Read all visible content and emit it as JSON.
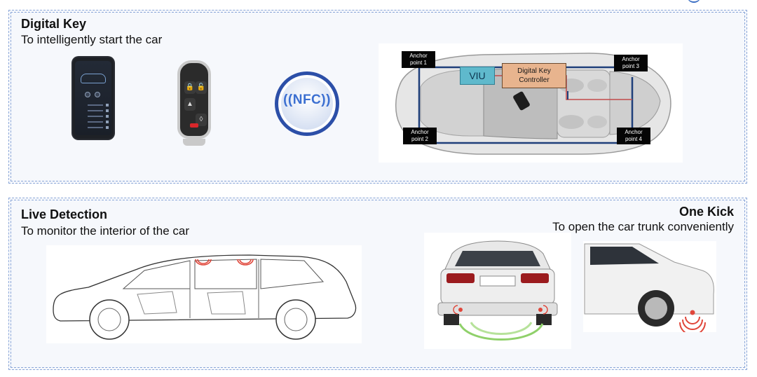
{
  "digital_key": {
    "title": "Digital Key",
    "subtitle": "To intelligently start the car",
    "diagram": {
      "viu_label": "VIU",
      "controller_label": "Digital Key Controller",
      "anchors": [
        "Anchor point 1",
        "Anchor point 2",
        "Anchor point 3",
        "Anchor point 4"
      ]
    },
    "nfc_label": "NFC"
  },
  "live_detection": {
    "title": "Live Detection",
    "subtitle": "To monitor the interior of the car"
  },
  "one_kick": {
    "title": "One Kick",
    "subtitle": "To open the car trunk conveniently"
  },
  "colors": {
    "panel_border": "#8aa6d8",
    "wiring": "#1f3f7a",
    "viu": "#5fb9cc",
    "controller": "#e8b48e",
    "sensor_red": "#e0463a",
    "kick_green": "#8fd06a"
  }
}
